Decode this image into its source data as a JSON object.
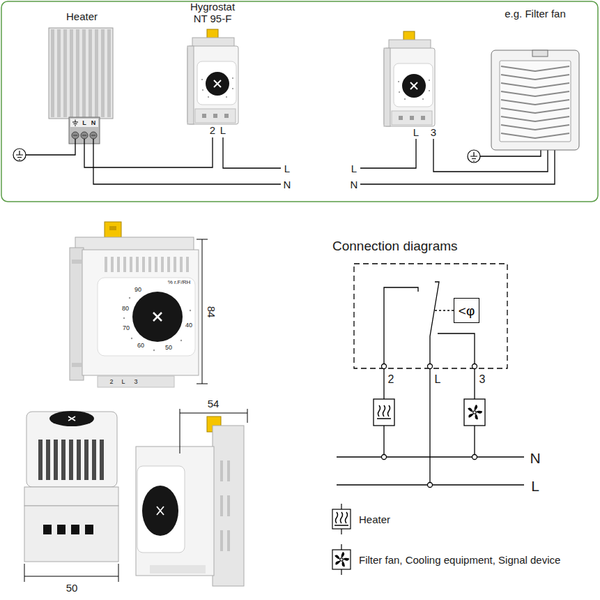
{
  "diagram": {
    "nodes": [
      {
        "text": [
          "Heater"
        ]
      },
      {
        "text": [
          "Hygrostat NT 95-F"
        ]
      },
      {
        "text": [
          "e.g. Filter fan"
        ]
      },
      {
        "text": [
          "<φ"
        ]
      }
    ],
    "edges": [
      {
        "from": 0,
        "to": 1,
        "arrow": "none"
      }
    ],
    "labels": [
      "L",
      "N",
      "2",
      "L",
      "L",
      "N",
      "L",
      "3",
      "L",
      "N",
      "% r.F/RH",
      "90",
      "80",
      "70",
      "60",
      "50",
      "40",
      "2",
      "L",
      "3",
      "84",
      "54",
      "50",
      "Connection diagrams",
      "2",
      "L",
      "3",
      "N",
      "L"
    ],
    "legend": [
      {
        "text": "Heater"
      },
      {
        "text": "Filter fan, Cooling equipment, Signal device"
      }
    ]
  }
}
